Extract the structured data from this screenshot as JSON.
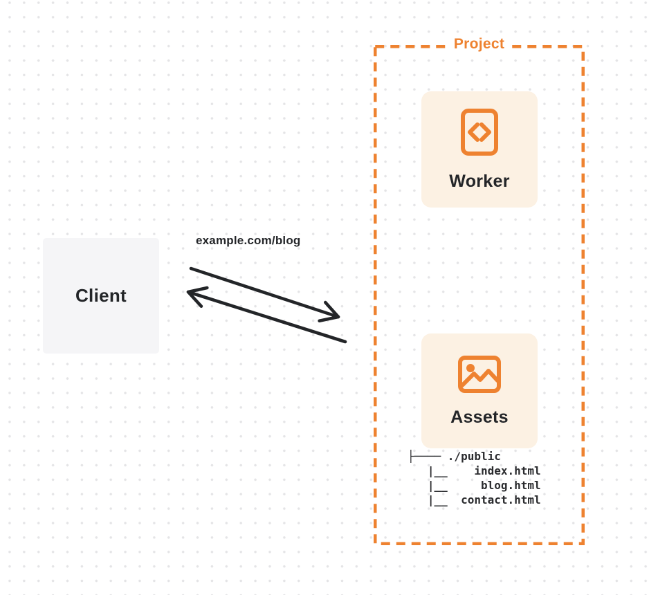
{
  "client": {
    "label": "Client"
  },
  "request": {
    "url_label": "example.com/blog"
  },
  "project": {
    "label": "Project",
    "worker_card": {
      "label": "Worker",
      "icon": "code-file-icon"
    },
    "assets_card": {
      "label": "Assets",
      "icon": "image-icon"
    },
    "file_tree": {
      "root": "./public",
      "files": [
        "index.html",
        "blog.html",
        "contact.html"
      ]
    }
  },
  "colors": {
    "accent_orange": "#EE8230",
    "card_bg": "#FCF1E3",
    "client_bg": "#F5F5F7",
    "ink": "#232528",
    "dot": "#E4E4E6",
    "page_bg": "#FFFFFF"
  }
}
